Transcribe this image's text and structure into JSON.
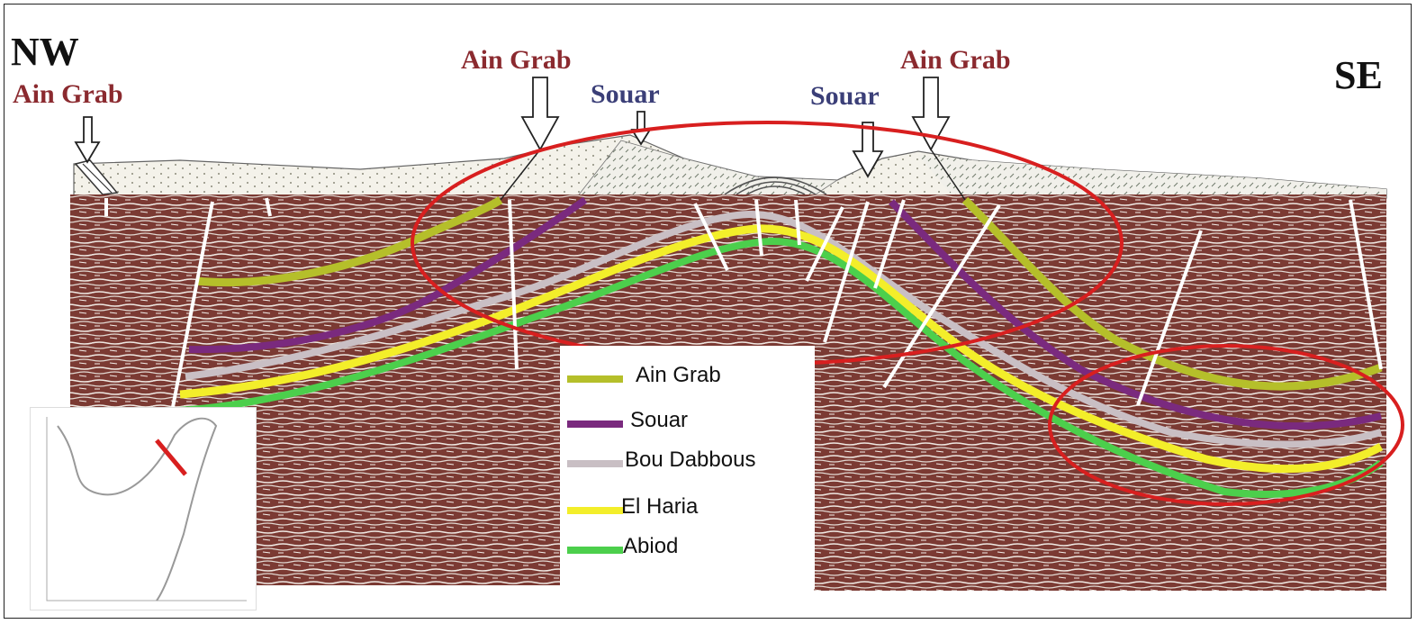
{
  "directions": {
    "left": "NW",
    "right": "SE"
  },
  "surface_labels": [
    {
      "id": "ain-grab-1",
      "text": "Ain Grab",
      "color": "#8b2a2f"
    },
    {
      "id": "ain-grab-2",
      "text": "Ain Grab",
      "color": "#8b2a2f"
    },
    {
      "id": "souar-1",
      "text": "Souar",
      "color": "#3b3f78"
    },
    {
      "id": "souar-2",
      "text": "Souar",
      "color": "#3b3f78"
    },
    {
      "id": "ain-grab-3",
      "text": "Ain Grab",
      "color": "#8b2a2f"
    }
  ],
  "legend": [
    {
      "label": "Ain Grab",
      "color": "#b5bf2a"
    },
    {
      "label": "Souar",
      "color": "#7a2a7e"
    },
    {
      "label": "Bou Dabbous",
      "color": "#c9bfc4"
    },
    {
      "label": "El Haria",
      "color": "#f3ee2a"
    },
    {
      "label": "Abiod",
      "color": "#4ccf4c"
    }
  ],
  "colors": {
    "seismic_bg": "#7b3a33",
    "seismic_light": "#e9e2dc",
    "highlight_ellipse": "#d81f1f",
    "fault": "#ffffff",
    "section_line": "#d81f1f"
  }
}
